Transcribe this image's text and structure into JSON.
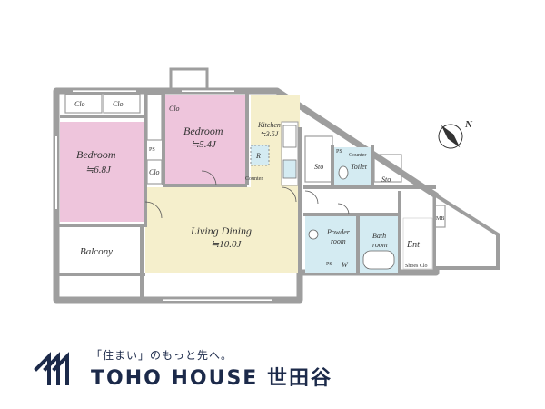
{
  "colors": {
    "wall": "#9e9e9e",
    "bedroom": "#eec5dc",
    "living": "#f5efcc",
    "wet": "#d4ebf2",
    "brand": "#1c2a4a"
  },
  "rooms": {
    "bedroom1": {
      "name": "Bedroom",
      "size": "≒6.8J"
    },
    "bedroom2": {
      "name": "Bedroom",
      "size": "≒5.4J"
    },
    "living": {
      "name": "Living Dining",
      "size": "≒10.0J"
    },
    "kitchen": {
      "name": "Kitchen",
      "size": "≒3.5J"
    },
    "balcony": "Balcony",
    "toilet": "Toilet",
    "powder": {
      "line1": "Powder",
      "line2": "room"
    },
    "bath": {
      "line1": "Bath",
      "line2": "room"
    },
    "ent": "Ent"
  },
  "labels": {
    "clo": "Clo",
    "ps": "PS",
    "sto": "Sto",
    "r": "R",
    "w": "W",
    "mb": "MB",
    "counter": "Counter",
    "shoes_clo": "Shoes Clo"
  },
  "compass": "N",
  "brand": {
    "tagline": "「住まい」のもっと先へ。",
    "name": "TOHO HOUSE 世田谷"
  }
}
